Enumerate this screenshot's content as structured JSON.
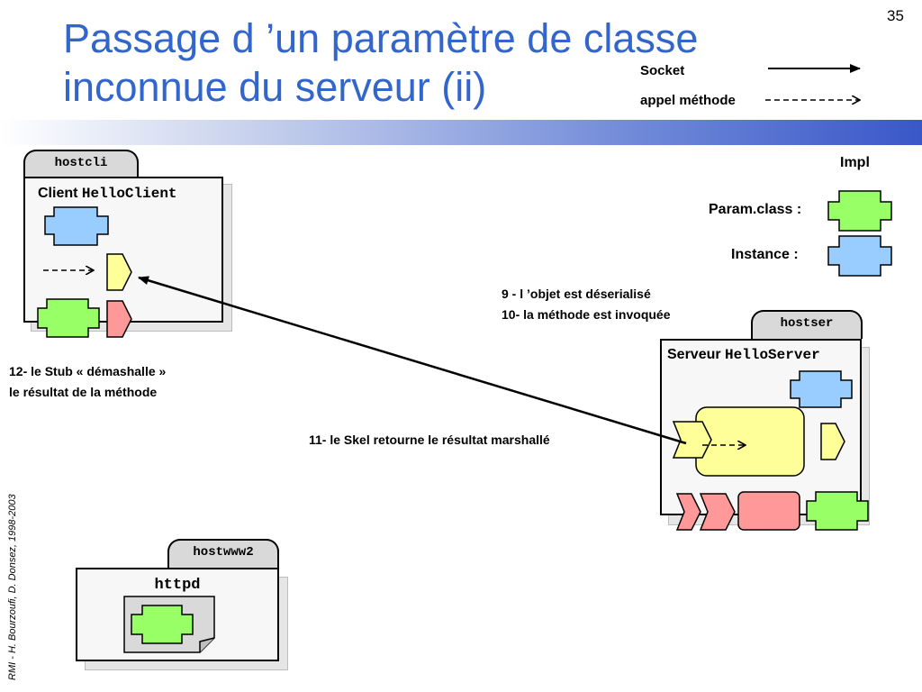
{
  "slide": {
    "page_number": "35",
    "title_line1": "Passage d ’un paramètre de classe",
    "title_line2": "inconnue du serveur (ii)",
    "footer_credit": "RMI - H. Bourzoufi, D. Donsez, 1998-2003"
  },
  "legend": {
    "socket_label": "Socket",
    "method_call_label": "appel méthode"
  },
  "impl_legend": {
    "title": "Impl",
    "param_class_label": "Param.class :",
    "instance_label": "Instance :"
  },
  "hosts": {
    "client": {
      "tab": "hostcli",
      "title_word": "Client",
      "title_class": "HelloClient"
    },
    "server": {
      "tab": "hostser",
      "title_word": "Serveur",
      "title_class": "HelloServer"
    },
    "web": {
      "tab": "hostwww2",
      "title": "httpd"
    }
  },
  "steps": {
    "step9": "9 - l ’objet est déserialisé",
    "step10": "10- la méthode est invoquée",
    "step11": "11- le Skel retourne le résultat marshallé",
    "step12_line1": "12- le Stub « démashalle »",
    "step12_line2": "le résultat de la méthode"
  },
  "colors": {
    "title": "#3366cc",
    "param_class": "#99ff66",
    "instance": "#99ccff",
    "stub": "#ffff99",
    "skeleton": "#ff9999"
  }
}
